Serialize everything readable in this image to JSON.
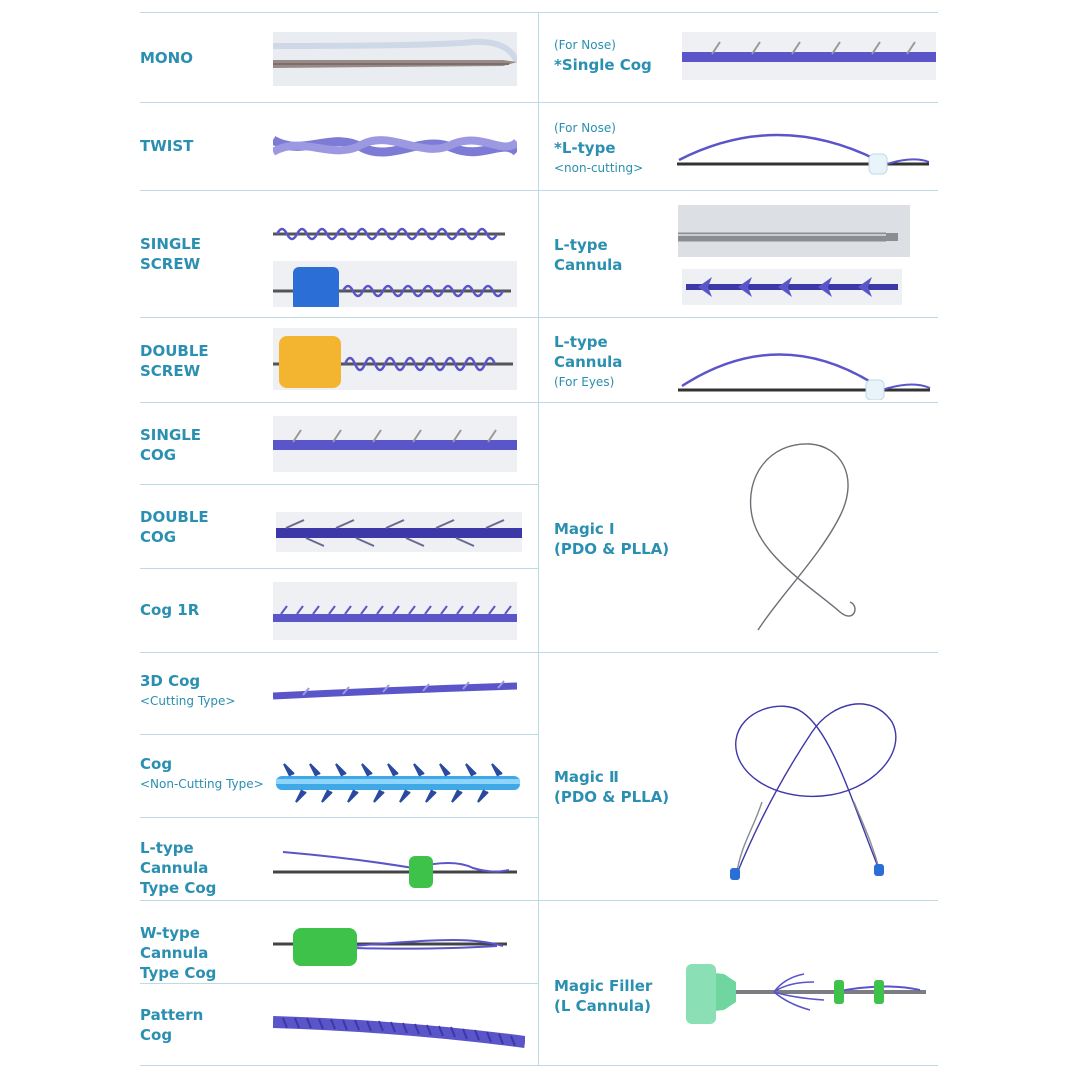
{
  "colors": {
    "label": "#2a8fb0",
    "divider": "#bcdbe6",
    "thread": "#5a55c8",
    "thread_dark": "#3d38a8",
    "needle": "#3a3a3a",
    "foam_blue": "#2b6fd6",
    "foam_yellow": "#f3b430",
    "foam_green": "#3ec24a",
    "hub_green": "#6fd6a0"
  },
  "left": [
    {
      "id": "mono",
      "lines": [
        "MONO"
      ],
      "sub": "",
      "icon": "mono-thread-icon"
    },
    {
      "id": "twist",
      "lines": [
        "TWIST"
      ],
      "sub": "",
      "icon": "twist-thread-icon"
    },
    {
      "id": "single-screw",
      "lines": [
        "SINGLE",
        "SCREW"
      ],
      "sub": "",
      "icon": "single-screw-thread-icon"
    },
    {
      "id": "double-screw",
      "lines": [
        "DOUBLE",
        "SCREW"
      ],
      "sub": "",
      "icon": "double-screw-thread-icon"
    },
    {
      "id": "single-cog",
      "lines": [
        "SINGLE",
        "COG"
      ],
      "sub": "",
      "icon": "single-cog-thread-icon"
    },
    {
      "id": "double-cog",
      "lines": [
        "DOUBLE",
        "COG"
      ],
      "sub": "",
      "icon": "double-cog-thread-icon"
    },
    {
      "id": "cog-1r",
      "lines": [
        "Cog 1R"
      ],
      "sub": "",
      "icon": "cog-1r-thread-icon"
    },
    {
      "id": "3d-cog",
      "lines": [
        "3D Cog"
      ],
      "sub": "<Cutting Type>",
      "icon": "3d-cog-thread-icon"
    },
    {
      "id": "cog-noncut",
      "lines": [
        "Cog"
      ],
      "sub": "<Non-Cutting Type>",
      "icon": "cog-noncutting-thread-icon"
    },
    {
      "id": "l-cannula-cog",
      "lines": [
        "L-type",
        "Cannula",
        "Type Cog"
      ],
      "sub": "",
      "icon": "l-cannula-cog-icon"
    },
    {
      "id": "w-cannula-cog",
      "lines": [
        "W-type",
        "Cannula",
        "Type Cog"
      ],
      "sub": "",
      "icon": "w-cannula-cog-icon"
    },
    {
      "id": "pattern-cog",
      "lines": [
        "Pattern",
        "Cog"
      ],
      "sub": "",
      "icon": "pattern-cog-thread-icon"
    }
  ],
  "right": [
    {
      "id": "nose-single-cog",
      "pre": "(For Nose)",
      "lines": [
        "*Single Cog"
      ],
      "sub": "",
      "icon": "nose-single-cog-icon"
    },
    {
      "id": "nose-l-type",
      "pre": "(For Nose)",
      "lines": [
        "*L-type"
      ],
      "sub": "<non-cutting>",
      "icon": "nose-l-type-icon"
    },
    {
      "id": "l-type-cannula",
      "pre": "",
      "lines": [
        "L-type",
        "Cannula"
      ],
      "sub": "",
      "icon": "l-type-cannula-icon"
    },
    {
      "id": "l-type-cannula-eyes",
      "pre": "",
      "lines": [
        "L-type",
        "Cannula"
      ],
      "sub": "(For Eyes)",
      "icon": "l-type-cannula-eyes-icon"
    },
    {
      "id": "magic-1",
      "pre": "",
      "lines": [
        "Magic Ⅰ",
        "(PDO & PLLA)"
      ],
      "sub": "",
      "icon": "magic-1-thread-icon"
    },
    {
      "id": "magic-2",
      "pre": "",
      "lines": [
        "Magic Ⅱ",
        "(PDO & PLLA)"
      ],
      "sub": "",
      "icon": "magic-2-thread-icon"
    },
    {
      "id": "magic-filler",
      "pre": "",
      "lines": [
        "Magic Filler",
        "(L Cannula)"
      ],
      "sub": "",
      "icon": "magic-filler-icon"
    }
  ]
}
